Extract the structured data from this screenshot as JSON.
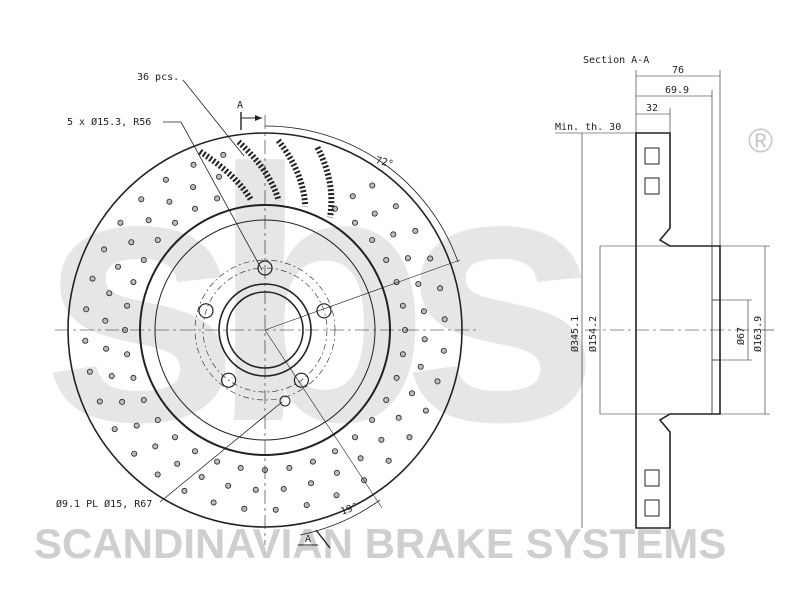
{
  "watermark": {
    "logo": "sbs",
    "registered": "®",
    "tagline": "SCANDINAVIAN BRAKE SYSTEMS",
    "color": "#d2d2d2"
  },
  "front_view": {
    "drilled_holes_label": "36 pcs.",
    "bolt_pattern_label": "5 x Ø15.3, R56",
    "pilot_hole_label": "Ø9.1 PL Ø15, R67",
    "section_marker_top": "A",
    "section_marker_bottom": "A",
    "angle_top": "72°",
    "angle_bottom": "19°"
  },
  "section_view": {
    "title": "Section A-A",
    "min_thickness_label": "Min. th. 30",
    "dim_overall_height": "76",
    "dim_hat_height": "69.9",
    "dim_thickness": "32",
    "dia_outer": "Ø345.1",
    "dia_hat": "Ø154.2",
    "dia_center_bore": "Ø67",
    "dia_hat_outer": "Ø163.9"
  },
  "colors": {
    "line": "#222222",
    "hole_fill": "#bbbbbb"
  }
}
